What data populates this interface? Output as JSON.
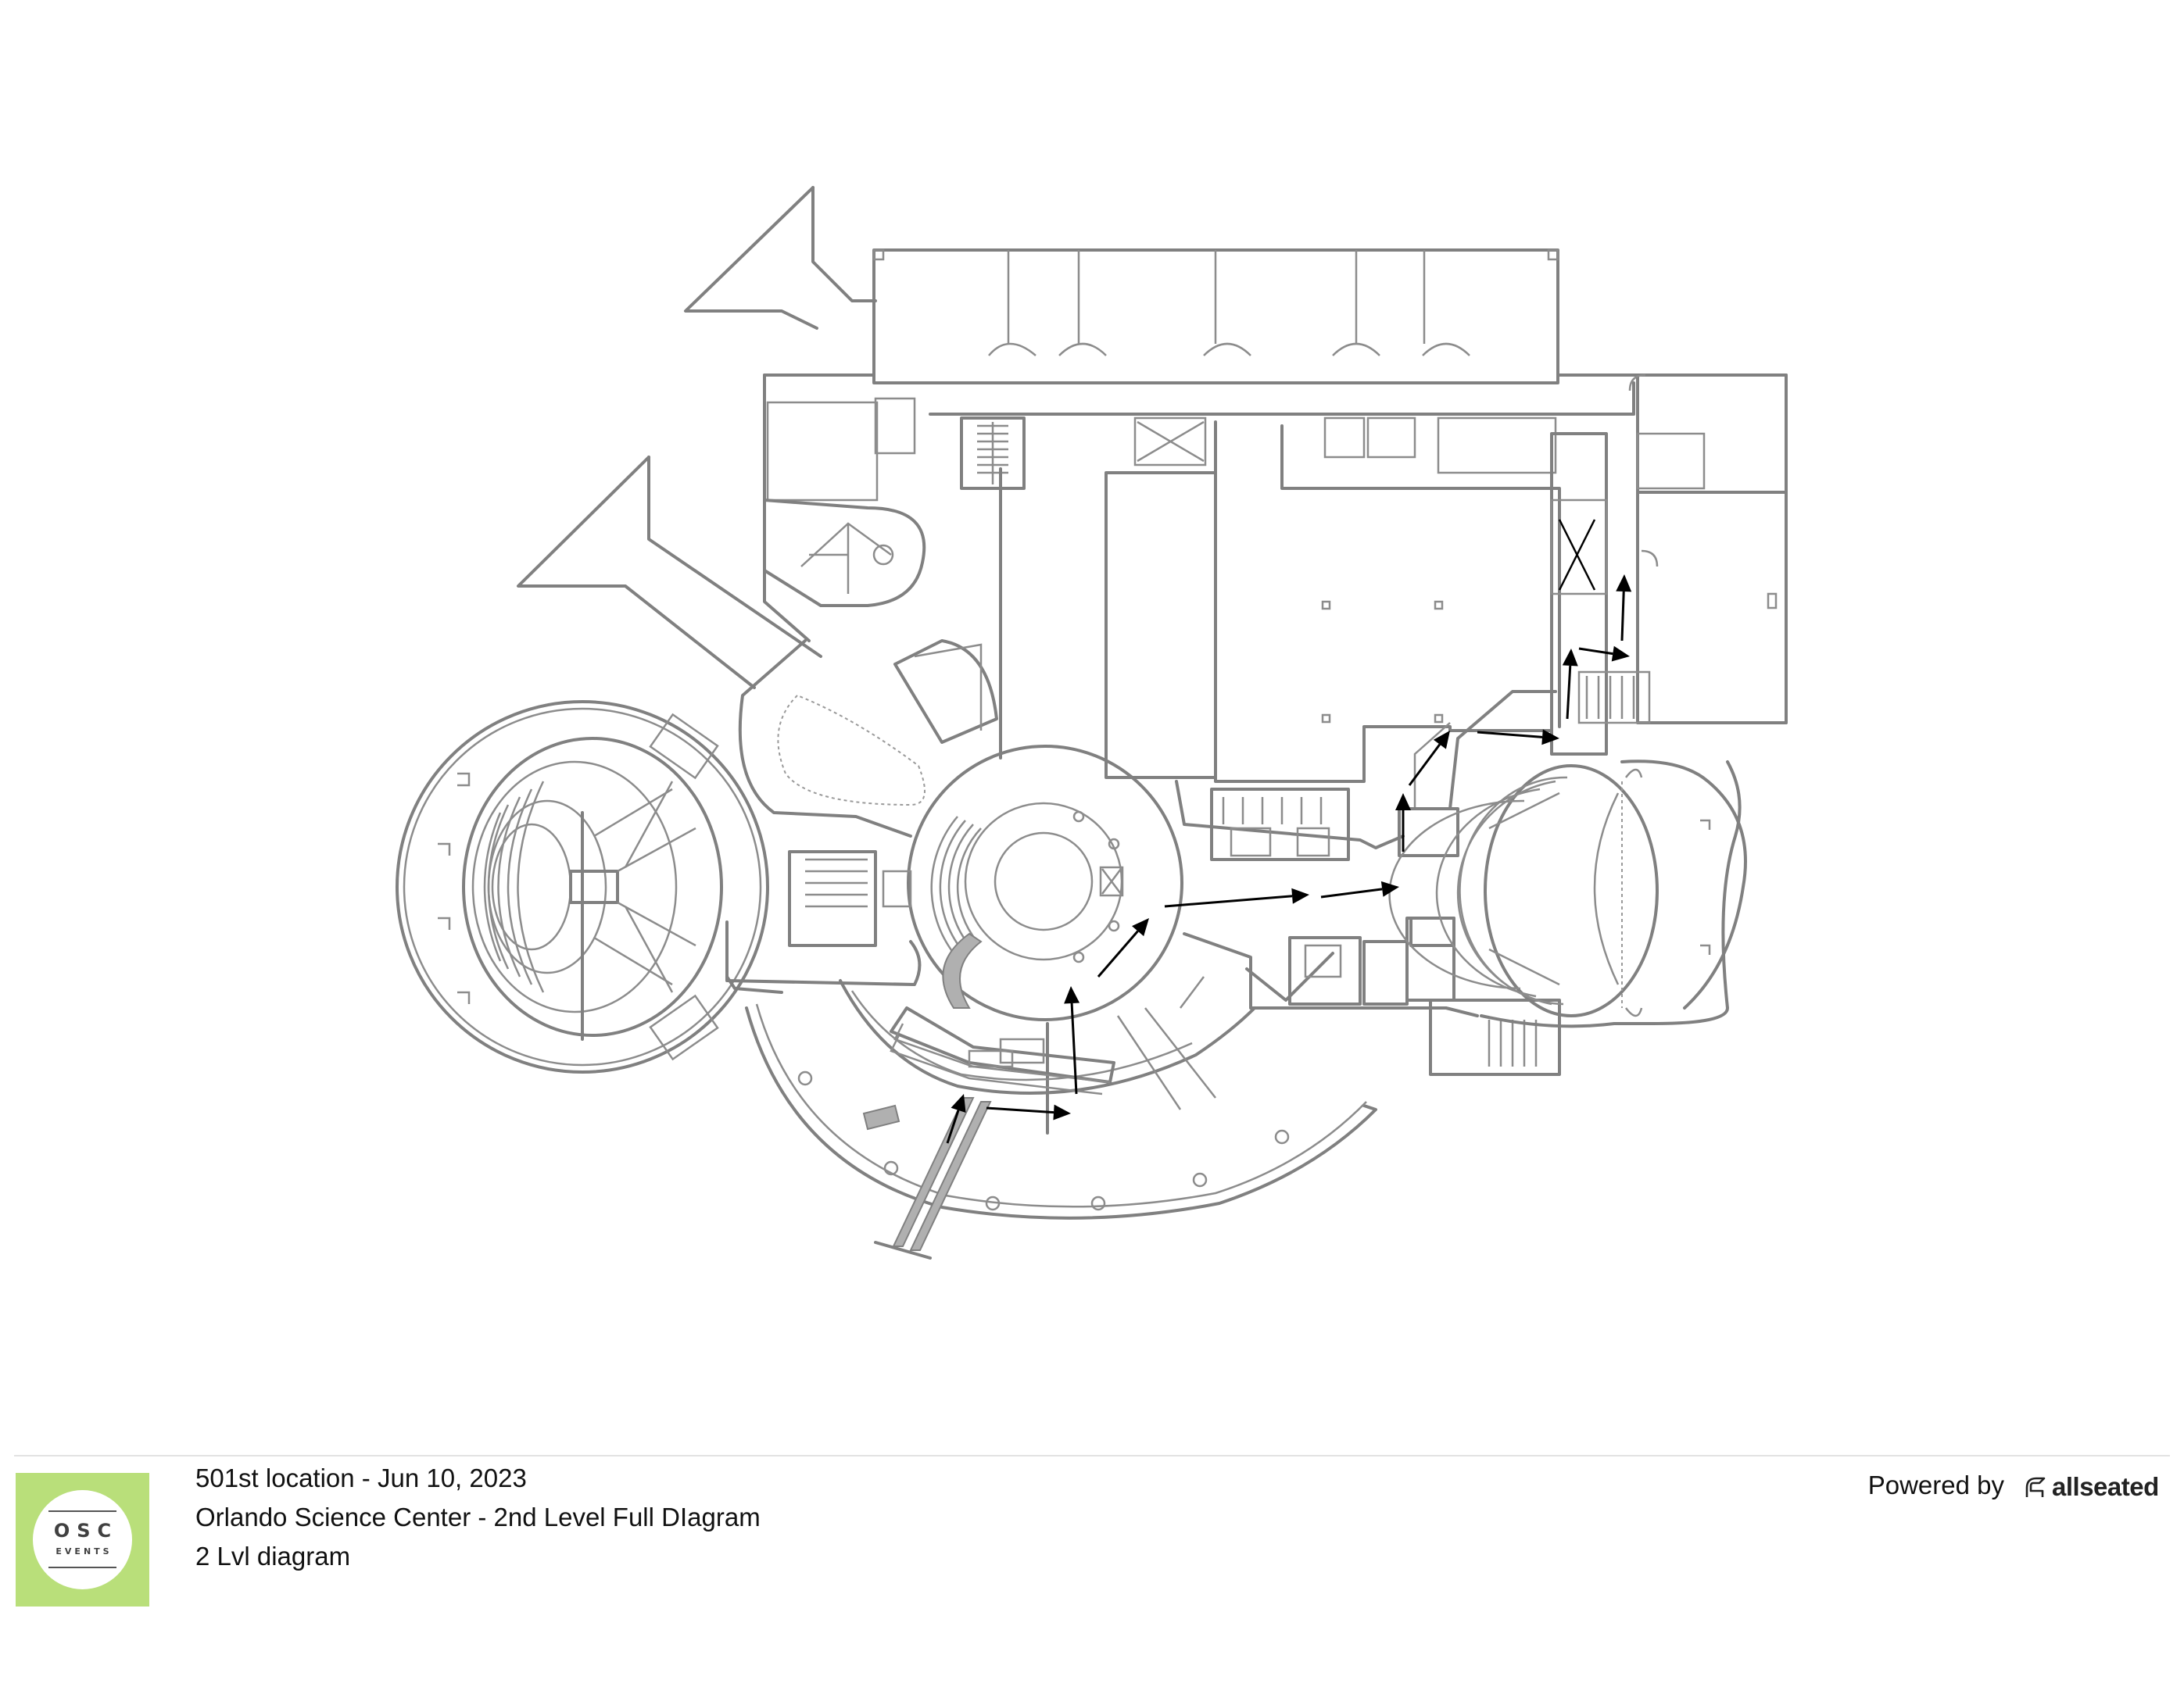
{
  "event": {
    "title": "501st location - Jun 10, 2023",
    "venue_plan": "Orlando Science Center - 2nd Level Full DIagram",
    "diagram_name": "2 Lvl diagram"
  },
  "logo": {
    "main": "OSC",
    "sub": "EVENTS",
    "bg_color": "#b9df7a"
  },
  "footer": {
    "powered_by": "Powered by",
    "brand": "allseated",
    "brand_icon": "chair-icon"
  },
  "diagram": {
    "wall_color": "#808080",
    "route_color": "#000000",
    "route_arrow_count": 12,
    "blocked_marker": "x-mark"
  }
}
